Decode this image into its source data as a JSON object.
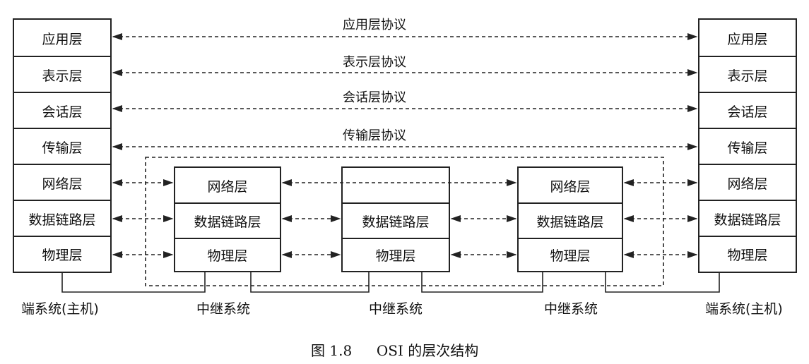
{
  "end_system_left": {
    "layers": [
      "应用层",
      "表示层",
      "会话层",
      "传输层",
      "网络层",
      "数据链路层",
      "物理层"
    ],
    "label": "端系统(主机)"
  },
  "end_system_right": {
    "layers": [
      "应用层",
      "表示层",
      "会话层",
      "传输层",
      "网络层",
      "数据链路层",
      "物理层"
    ],
    "label": "端系统(主机)"
  },
  "relay_1": {
    "layers": [
      "网络层",
      "数据链路层",
      "物理层"
    ],
    "label": "中继系统"
  },
  "relay_2": {
    "layers": [
      "",
      "数据链路层",
      "物理层"
    ],
    "label": "中继系统"
  },
  "relay_3": {
    "layers": [
      "网络层",
      "数据链路层",
      "物理层"
    ],
    "label": "中继系统"
  },
  "protocols": [
    "应用层协议",
    "表示层协议",
    "会话层协议",
    "传输层协议"
  ],
  "caption": {
    "figure_number": "图 1.8",
    "title": "OSI 的层次结构"
  }
}
